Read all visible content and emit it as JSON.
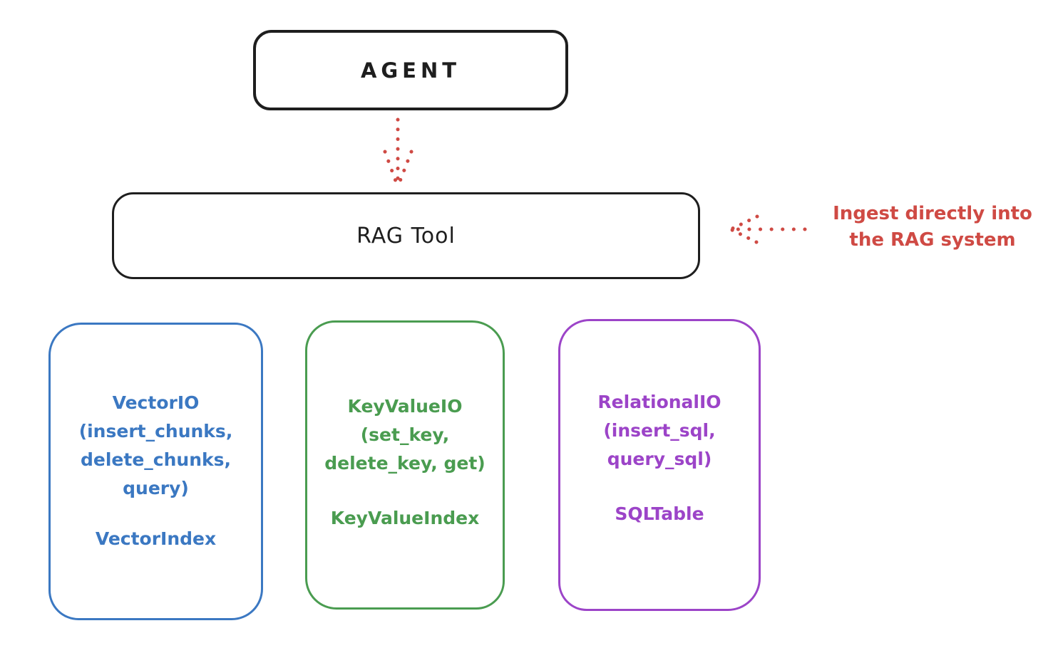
{
  "agent_box": {
    "label": "AGENT"
  },
  "rag_tool_box": {
    "label": "RAG Tool"
  },
  "annotation": {
    "line1": "Ingest directly into",
    "line2": "the RAG system",
    "color": "#cf4a44"
  },
  "stores": [
    {
      "api_lines": [
        "VectorIO",
        "(insert_chunks,",
        "delete_chunks,",
        "query)"
      ],
      "index_label": "VectorIndex",
      "color": "#3b78c2"
    },
    {
      "api_lines": [
        "KeyValueIO",
        "(set_key,",
        "delete_key, get)"
      ],
      "index_label": "KeyValueIndex",
      "color": "#4a9c50"
    },
    {
      "api_lines": [
        "RelationalIO",
        "(insert_sql,",
        "query_sql)"
      ],
      "index_label": "SQLTable",
      "color": "#9c44c8"
    }
  ],
  "colors": {
    "ink": "#1e1e1e",
    "arrow_red": "#cf4a44",
    "background": "#ffffff"
  }
}
